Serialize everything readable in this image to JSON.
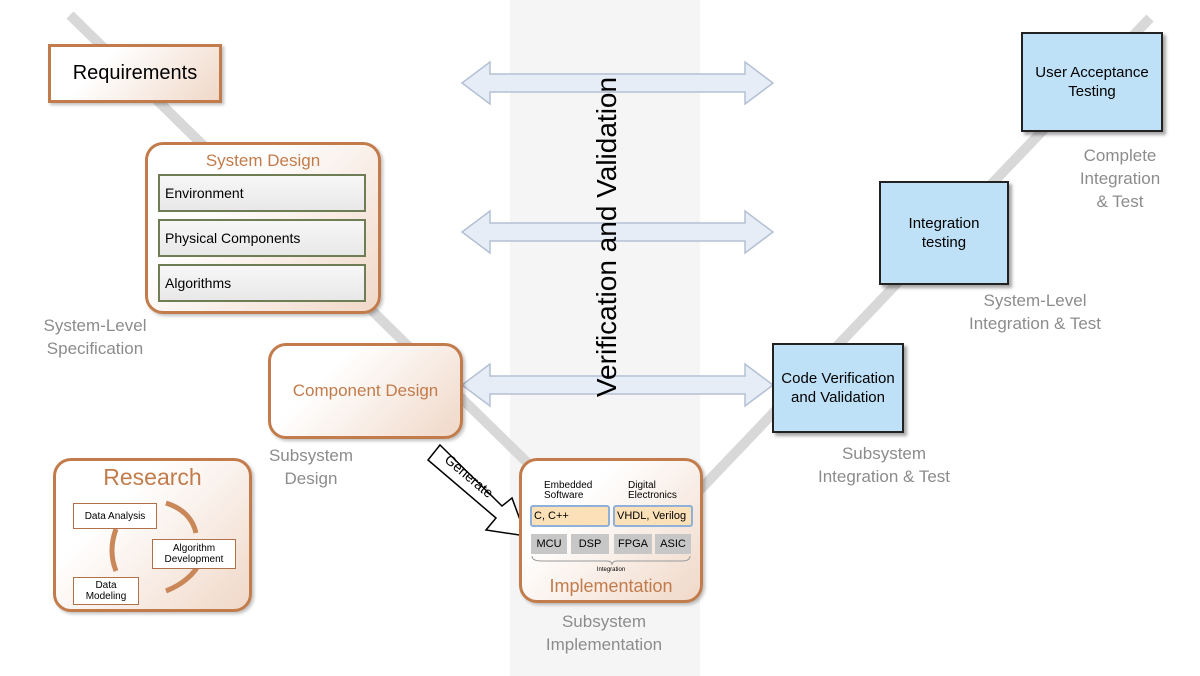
{
  "center_label": "Verification and Validation",
  "requirements": "Requirements",
  "system_design": {
    "title": "System Design",
    "items": [
      "Environment",
      "Physical Components",
      "Algorithms"
    ]
  },
  "component_design": "Component Design",
  "research": {
    "title": "Research",
    "items": [
      "Data Analysis",
      "Algorithm Development",
      "Data Modeling"
    ]
  },
  "implementation": {
    "title": "Implementation",
    "sw_heading": "Embedded Software",
    "hw_heading": "Digital Electronics",
    "sw_lang": "C, C++",
    "hw_lang": "VHDL, Verilog",
    "chips": [
      "MCU",
      "DSP",
      "FPGA",
      "ASIC"
    ],
    "brace_label": "Integration"
  },
  "generate": "Generate",
  "tests": {
    "uat": "User Acceptance Testing",
    "integration": "Integration testing",
    "code": "Code Verification and Validation"
  },
  "labels": {
    "spec": "System-Level Specification",
    "sub_design": "Subsystem Design",
    "sub_impl": "Subsystem Implementation",
    "sub_int": "Subsystem Integration & Test",
    "sys_int": "System-Level Integration & Test",
    "complete": "Complete Integration & Test"
  },
  "colors": {
    "orange": "#c27c4c",
    "blue_box": "#bfe1f7",
    "arrow_fill": "#e6edf7",
    "gray_text": "#8c8c8c"
  }
}
